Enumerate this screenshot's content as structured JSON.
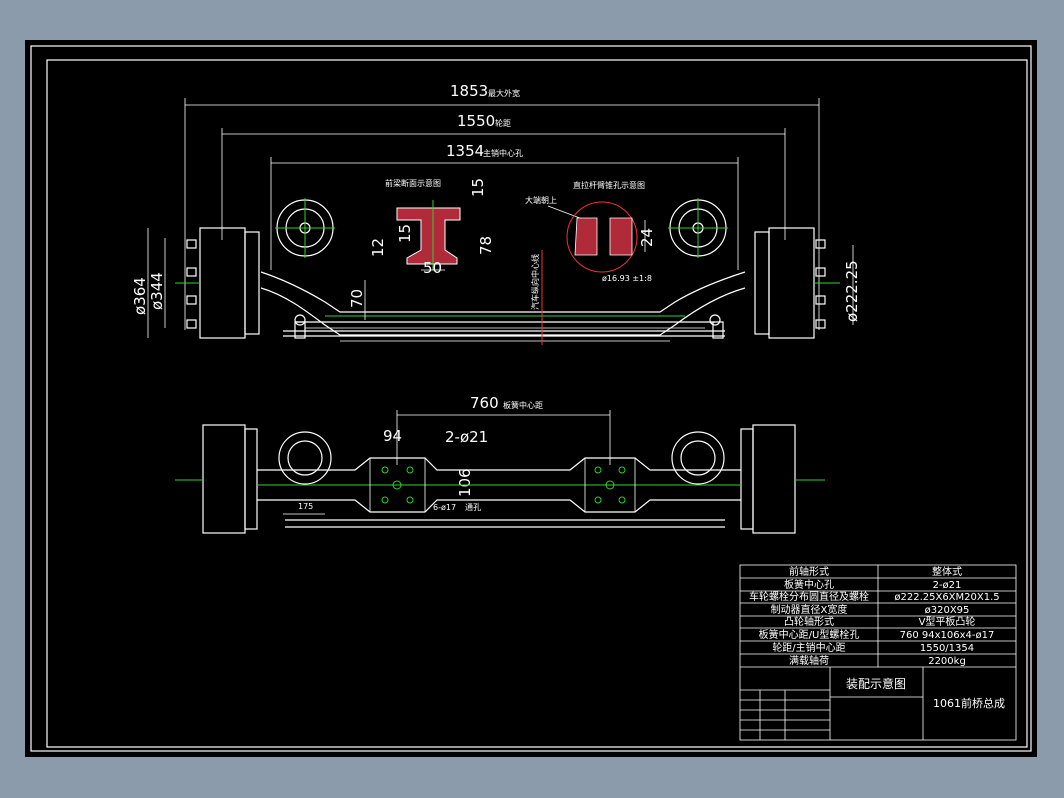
{
  "drawing": {
    "top_view": {
      "dim_overall_width": "1853",
      "dim_overall_width_note": "最大外宽",
      "dim_track": "1550",
      "dim_track_note": "轮距",
      "dim_kingpin": "1354",
      "dim_kingpin_note": "主销中心孔",
      "dim_brake_outer": "ø364",
      "dim_brake_inner": "ø344",
      "dim_hub_pcd": "ø222.25",
      "dim_beam_height": "70",
      "ibeam_title": "前梁断面示意图",
      "ibeam_dims": [
        "15",
        "12",
        "15",
        "78",
        "50"
      ],
      "tierod_title": "直拉杆臂锥孔示意图",
      "tierod_note": "大端朝上",
      "tierod_dims": [
        "24",
        "ø16.93 ±1:8"
      ],
      "center_note": "汽车纵向中心线"
    },
    "plan_view": {
      "dim_spring_center": "760",
      "dim_spring_center_note": "板簧中心距",
      "dim_94": "94",
      "dim_holes": "2-ø21",
      "dim_106": "106",
      "dim_bolts": "6-ø17",
      "dim_bolts_note": "通孔",
      "dim_175": "175"
    }
  },
  "title_block": {
    "rows": [
      {
        "label": "前轴形式",
        "value": "整体式"
      },
      {
        "label": "板簧中心孔",
        "value": "2-ø21"
      },
      {
        "label": "车轮螺栓分布圆直径及螺栓",
        "value": "ø222.25X6XM20X1.5"
      },
      {
        "label": "制动器直径X宽度",
        "value": "ø320X95"
      },
      {
        "label": "凸轮轴形式",
        "value": "V型平板凸轮"
      },
      {
        "label": "板簧中心距/U型螺栓孔",
        "value": "760 94x106x4-ø17"
      },
      {
        "label": "轮距/主销中心距",
        "value": "1550/1354"
      },
      {
        "label": "满载轴荷",
        "value": "2200kg"
      }
    ],
    "drawing_name": "装配示意图",
    "part_name": "1061前桥总成"
  }
}
